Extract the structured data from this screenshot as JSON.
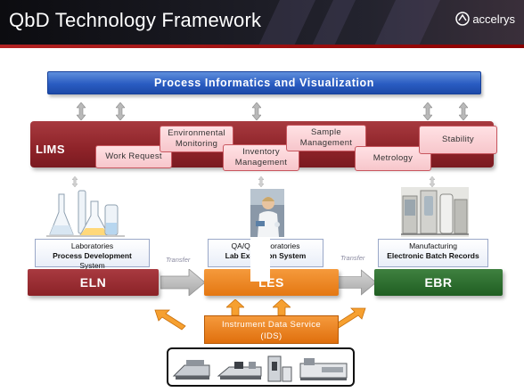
{
  "header": {
    "title": "QbD Technology Framework",
    "logo_text": "accelrys"
  },
  "process_bar": {
    "label": "Process  Informatics  and Visualization"
  },
  "lims": {
    "label": "LIMS",
    "modules": {
      "work_request": "Work Request",
      "environmental_monitoring": [
        "Environmental",
        "Monitoring"
      ],
      "inventory_management": [
        "Inventory",
        "Management"
      ],
      "sample_management": [
        "Sample",
        "Management"
      ],
      "metrology": "Metrology",
      "stability": "Stability"
    }
  },
  "systems": {
    "eln": {
      "label": "ELN",
      "caption_line1": "Laboratories",
      "caption_line2": "Process Development",
      "caption_line3": "System"
    },
    "les": {
      "label": "LES",
      "caption_line1": "QA/QC Laboratories",
      "caption_line2": "Lab Execution System"
    },
    "ebr": {
      "label": "EBR",
      "caption_line1": "Manufacturing",
      "caption_line2": "Electronic Batch Records"
    }
  },
  "transfer_labels": [
    "Transfer",
    "Transfer"
  ],
  "ids": {
    "line1": "Instrument Data Service",
    "line2": "(IDS)"
  },
  "colors": {
    "blue_bar": "#2a5cc2",
    "lims_red": "#8e2329",
    "les_orange": "#e47712",
    "ebr_green": "#1f5e22"
  }
}
